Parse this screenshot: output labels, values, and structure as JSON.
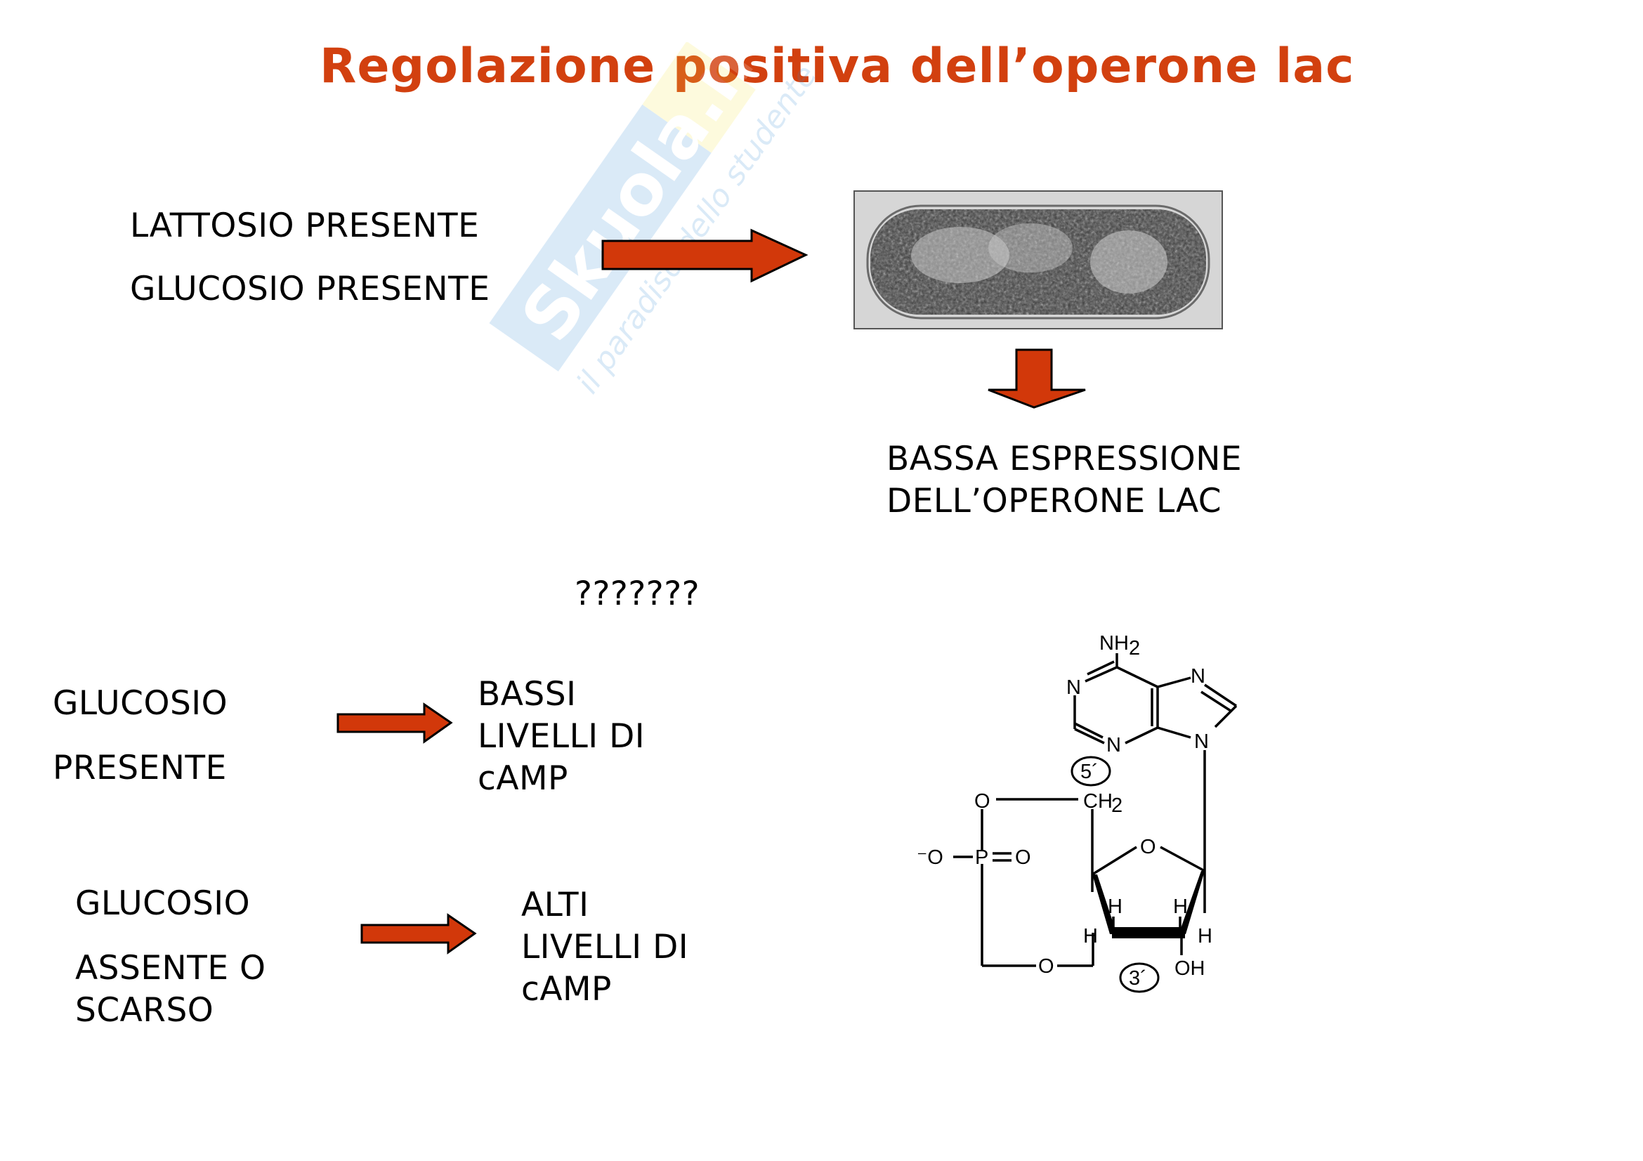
{
  "slide": {
    "title": "Regolazione positiva dell’operone lac",
    "title_color": "#d2400f",
    "arrow_color": "#d2380a",
    "watermark": {
      "brand": "Skuola.net",
      "tagline": "il paradiso dello studente"
    },
    "top_section": {
      "condition_line1": "LATTOSIO PRESENTE",
      "condition_line2": "GLUCOSIO PRESENTE",
      "image_label": "micrografia batterio E. coli",
      "result_line1": "BASSA ESPRESSIONE",
      "result_line2": "DELL’OPERONE LAC"
    },
    "question": "???????",
    "rows": [
      {
        "condition_lines": [
          "GLUCOSIO",
          "PRESENTE"
        ],
        "result_lines": [
          "BASSI",
          "LIVELLI DI",
          "cAMP"
        ]
      },
      {
        "condition_lines": [
          "GLUCOSIO",
          "ASSENTE O",
          "SCARSO"
        ],
        "result_lines": [
          "ALTI",
          "LIVELLI DI",
          "cAMP"
        ]
      }
    ],
    "structure": {
      "name": "cAMP",
      "labels": {
        "nh2": "NH",
        "nh2_sub": "2",
        "n1": "N",
        "n3": "N",
        "n7": "N",
        "n9": "N",
        "five_prime": "5´",
        "three_prime": "3´",
        "ch2": "CH",
        "ch2_sub": "2",
        "o_top": "O",
        "o_ring": "O",
        "o_minus": "⁻O",
        "p": "P",
        "o_double": "O",
        "o_bottom": "O",
        "h": "H",
        "oh": "OH"
      }
    }
  }
}
